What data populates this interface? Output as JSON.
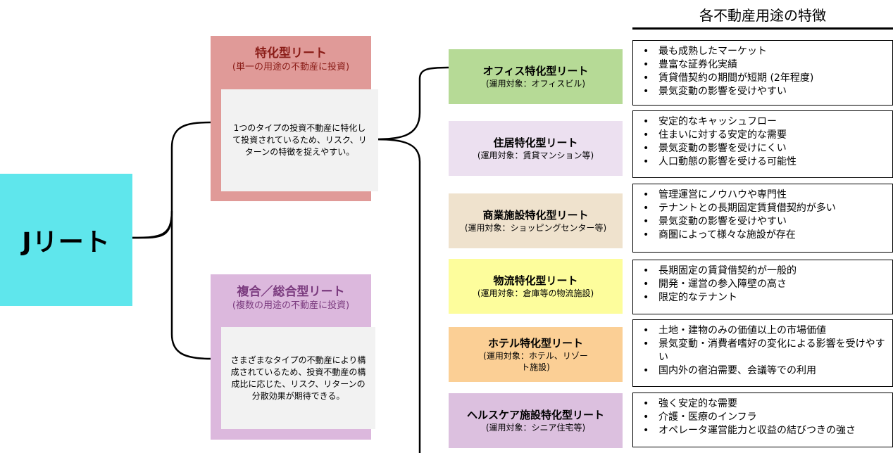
{
  "root": {
    "label": "Jリート"
  },
  "categories": {
    "specialized": {
      "title": "特化型リート",
      "subtitle": "(単一の用途の不動産に投資)",
      "description": "1つのタイプの投資不動産に特化して投資されているため、リスク、リターンの特徴を捉えやすい。"
    },
    "diversified": {
      "title": "複合／総合型リート",
      "subtitle": "(複数の用途の不動産に投資)",
      "description": "さまざまなタイプの不動産により構成されているため、投資不動産の構成比に応じた、リスク、リターンの分散効果が期待できる。"
    }
  },
  "features_header": "各不動産用途の特徴",
  "types": [
    {
      "title": "オフィス特化型リート",
      "subtitle": "(運用対象：オフィスビル)",
      "features": [
        "最も成熟したマーケット",
        "豊富な証券化実績",
        "賃貸借契約の期間が短期 (2年程度)",
        "景気変動の影響を受けやすい"
      ]
    },
    {
      "title": "住居特化型リート",
      "subtitle": "(運用対象：賃貸マンション等)",
      "features": [
        "安定的なキャッシュフロー",
        "住まいに対する安定的な需要",
        "景気変動の影響を受けにくい",
        "人口動態の影響を受ける可能性"
      ]
    },
    {
      "title": "商業施設特化型リート",
      "subtitle": "(運用対象：ショッピングセンター等)",
      "features": [
        "管理運営にノウハウや専門性",
        "テナントとの長期固定賃貸借契約が多い",
        "景気変動の影響を受けやすい",
        "商圏によって様々な施設が存在"
      ]
    },
    {
      "title": "物流特化型リート",
      "subtitle": "(運用対象：倉庫等の物流施設)",
      "features": [
        "長期固定の賃貸借契約が一般的",
        "開発・運営の参入障壁の高さ",
        "限定的なテナント"
      ]
    },
    {
      "title": "ホテル特化型リート",
      "subtitle": "(運用対象：ホテル、リゾート施設)",
      "features": [
        "土地・建物のみの価値以上の市場価値",
        "景気変動・消費者嗜好の変化による影響を受けやすい",
        "国内外の宿泊需要、会議等での利用"
      ]
    },
    {
      "title": "ヘルスケア施設特化型リート",
      "subtitle": "(運用対象：シニア住宅等)",
      "features": [
        "強く安定的な需要",
        "介護・医療のインフラ",
        "オペレータ運営能力と収益の結びつきの強さ"
      ]
    }
  ]
}
